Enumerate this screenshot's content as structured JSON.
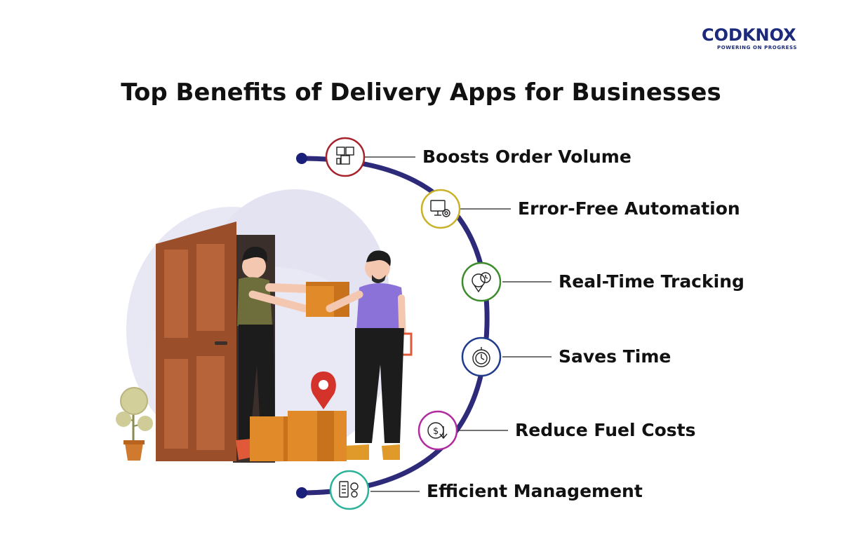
{
  "brand": {
    "name": "CODKNOX",
    "tagline": "POWERING ON PROGRESS",
    "color": "#1b2a7a"
  },
  "title": "Top Benefits of Delivery Apps for Businesses",
  "timeline": {
    "arc_color": "#2e2a7a",
    "endpoint_color": "#1a1f7a",
    "items": [
      {
        "label": "Boosts Order Volume",
        "icon": "boxes-icon",
        "ring_color": "#a8222b"
      },
      {
        "label": "Error-Free Automation",
        "icon": "monitor-gear-icon",
        "ring_color": "#c9b227"
      },
      {
        "label": "Real-Time Tracking",
        "icon": "location-clock-icon",
        "ring_color": "#3c8c2c"
      },
      {
        "label": "Saves Time",
        "icon": "stopwatch-icon",
        "ring_color": "#1f3b8c"
      },
      {
        "label": "Reduce Fuel Costs",
        "icon": "dollar-down-icon",
        "ring_color": "#b22aa0"
      },
      {
        "label": "Efficient Management",
        "icon": "checklist-gears-icon",
        "ring_color": "#2bb39a"
      }
    ]
  },
  "illustration": {
    "scene": "delivery-handover",
    "pin_color": "#d4332b",
    "box_color": "#e08a2a",
    "door_color": "#9a4f2a"
  }
}
